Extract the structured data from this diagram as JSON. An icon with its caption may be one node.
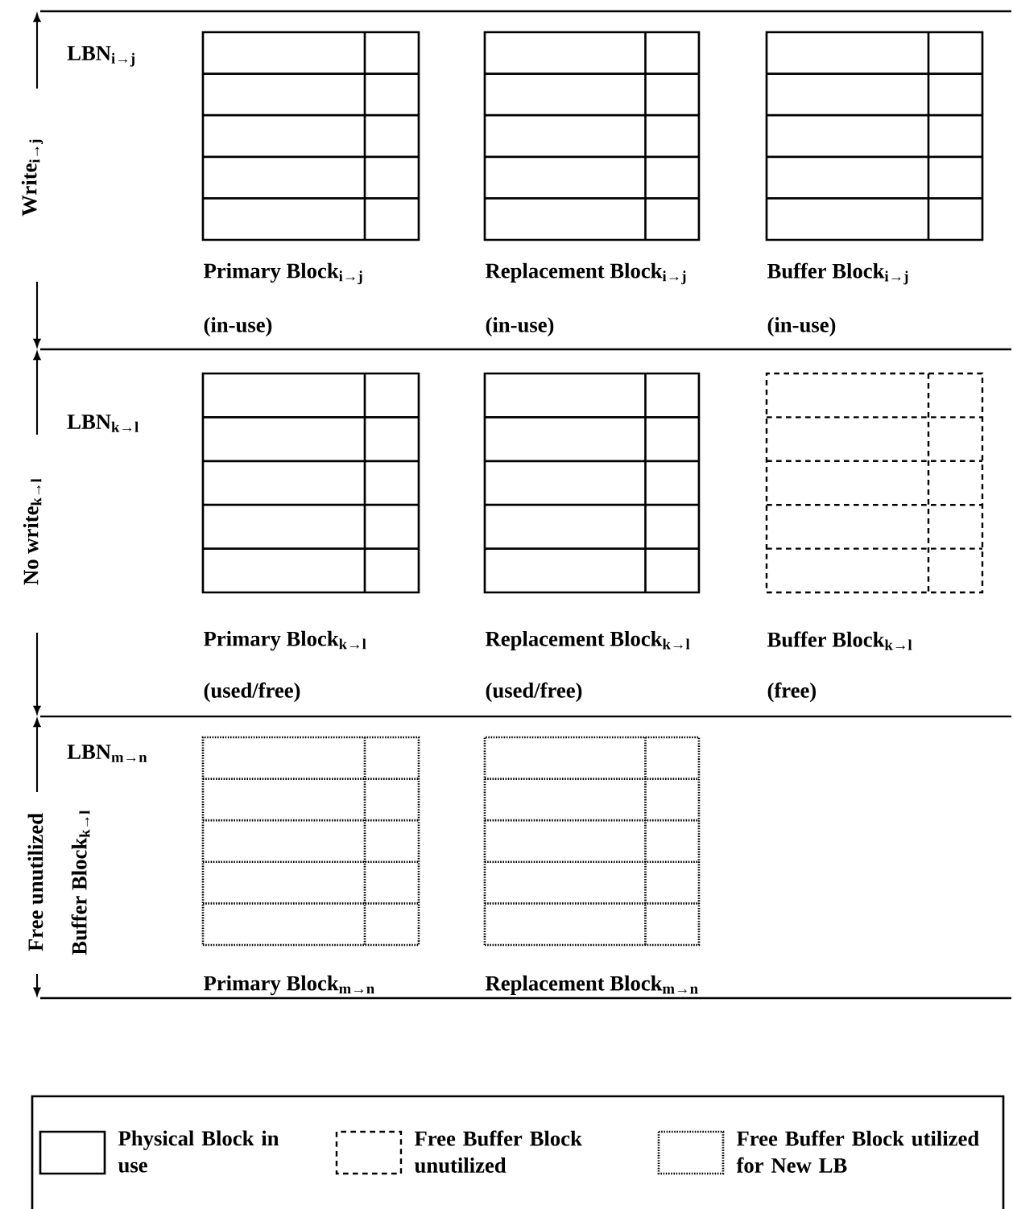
{
  "diagram": {
    "nodes": [
      {
        "text": [
          "Primary Block$_{i→j}$",
          "(in-use)"
        ]
      },
      {
        "text": [
          "Replacement Block$_{i→j}$",
          "(in-use)"
        ]
      },
      {
        "text": [
          "Buffer Block$_{i→j}$",
          "(in-use)"
        ]
      },
      {
        "text": [
          "Primary Block$_{k→l}$",
          "(used/free)"
        ]
      },
      {
        "text": [
          "Replacement Block$_{k→l}$",
          "(used/free)"
        ]
      },
      {
        "text": [
          "Buffer Block$_{k→l}$",
          "(free)"
        ]
      },
      {
        "text": [
          "Primary Block$_{m→n}$"
        ]
      },
      {
        "text": [
          "Replacement Block$_{m→n}$"
        ]
      }
    ],
    "edges": [],
    "labels": [
      "LBN$_{i→j}$",
      "Write$_{i→j}$",
      "LBN$_{k→l}$",
      "No write$_{k→l}$",
      "LBN$_{m→n}$",
      "Free unutilized",
      "Buffer Block$_{k→l}$"
    ],
    "legend": [
      {
        "text": "Physical Block in use"
      },
      {
        "text": "Free Buffer Block unutilized"
      },
      {
        "text": "Free Buffer Block utilized for New LB"
      }
    ]
  }
}
